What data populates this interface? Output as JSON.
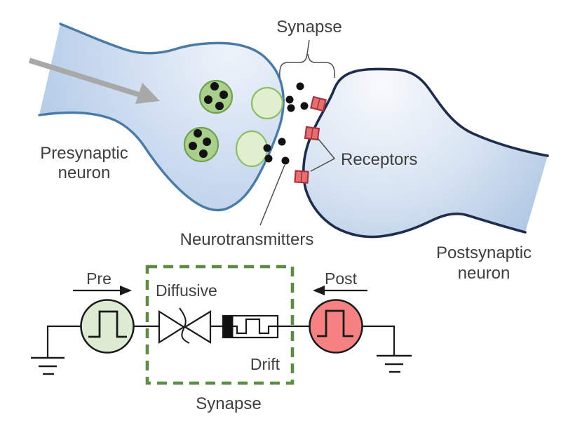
{
  "figure": {
    "description": "Biological synapse schematic with equivalent memristor circuit",
    "biology": {
      "presynaptic_line1": "Presynaptic",
      "presynaptic_line2": "neuron",
      "synapse_label": "Synapse",
      "receptors_label": "Receptors",
      "neurotransmitters_label": "Neurotransmitters",
      "postsynaptic_line1": "Postsynaptic",
      "postsynaptic_line2": "neuron"
    },
    "circuit": {
      "pre_label": "Pre",
      "post_label": "Post",
      "diffusive_label": "Diffusive",
      "drift_label": "Drift",
      "synapse_label": "Synapse"
    },
    "colors": {
      "presynaptic_stroke": "#4a7ba7",
      "postsynaptic_stroke": "#1f2c4e",
      "neuron_fill_light": "#eef3fa",
      "neuron_fill_deep": "#b2cbe8",
      "vesicle_fill": "#a9cf8c",
      "vesicle_stroke": "#6fa24c",
      "fused_vesicle_fill": "#e1efcf",
      "fused_vesicle_stroke": "#8cbd6a",
      "receptor_fill": "#e57070",
      "receptor_stroke": "#aa3340",
      "neurotransmitter_dot": "#111111",
      "pre_source_fill": "#dcebd2",
      "post_source_fill": "#f58181",
      "synapse_box_green": "#5d8c46",
      "arrow_gray": "#a8a8a8",
      "text": "#3f3f3f"
    }
  }
}
